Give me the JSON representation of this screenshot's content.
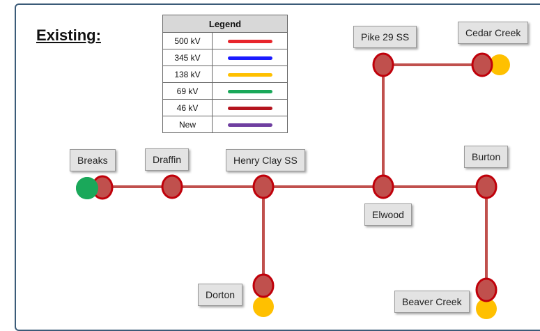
{
  "title": "Existing:",
  "legend": {
    "header": "Legend",
    "rows": [
      {
        "label": "500 kV",
        "color": "#e8262c"
      },
      {
        "label": "345 kV",
        "color": "#1a1aff"
      },
      {
        "label": "138 kV",
        "color": "#ffc000"
      },
      {
        "label": "69 kV",
        "color": "#1aa85a"
      },
      {
        "label": "46 kV",
        "color": "#b4141e"
      },
      {
        "label": "New",
        "color": "#6f3fa0"
      }
    ]
  },
  "line_color": "#c0504d",
  "node_fill": "#c0504d",
  "node_stroke": "#c0000a",
  "stations": {
    "breaks": "Breaks",
    "draffin": "Draffin",
    "henry_clay": "Henry Clay SS",
    "pike": "Pike 29 SS",
    "cedar": "Cedar Creek",
    "burton": "Burton",
    "elwood": "Elwood",
    "dorton": "Dorton",
    "beaver": "Beaver Creek"
  }
}
